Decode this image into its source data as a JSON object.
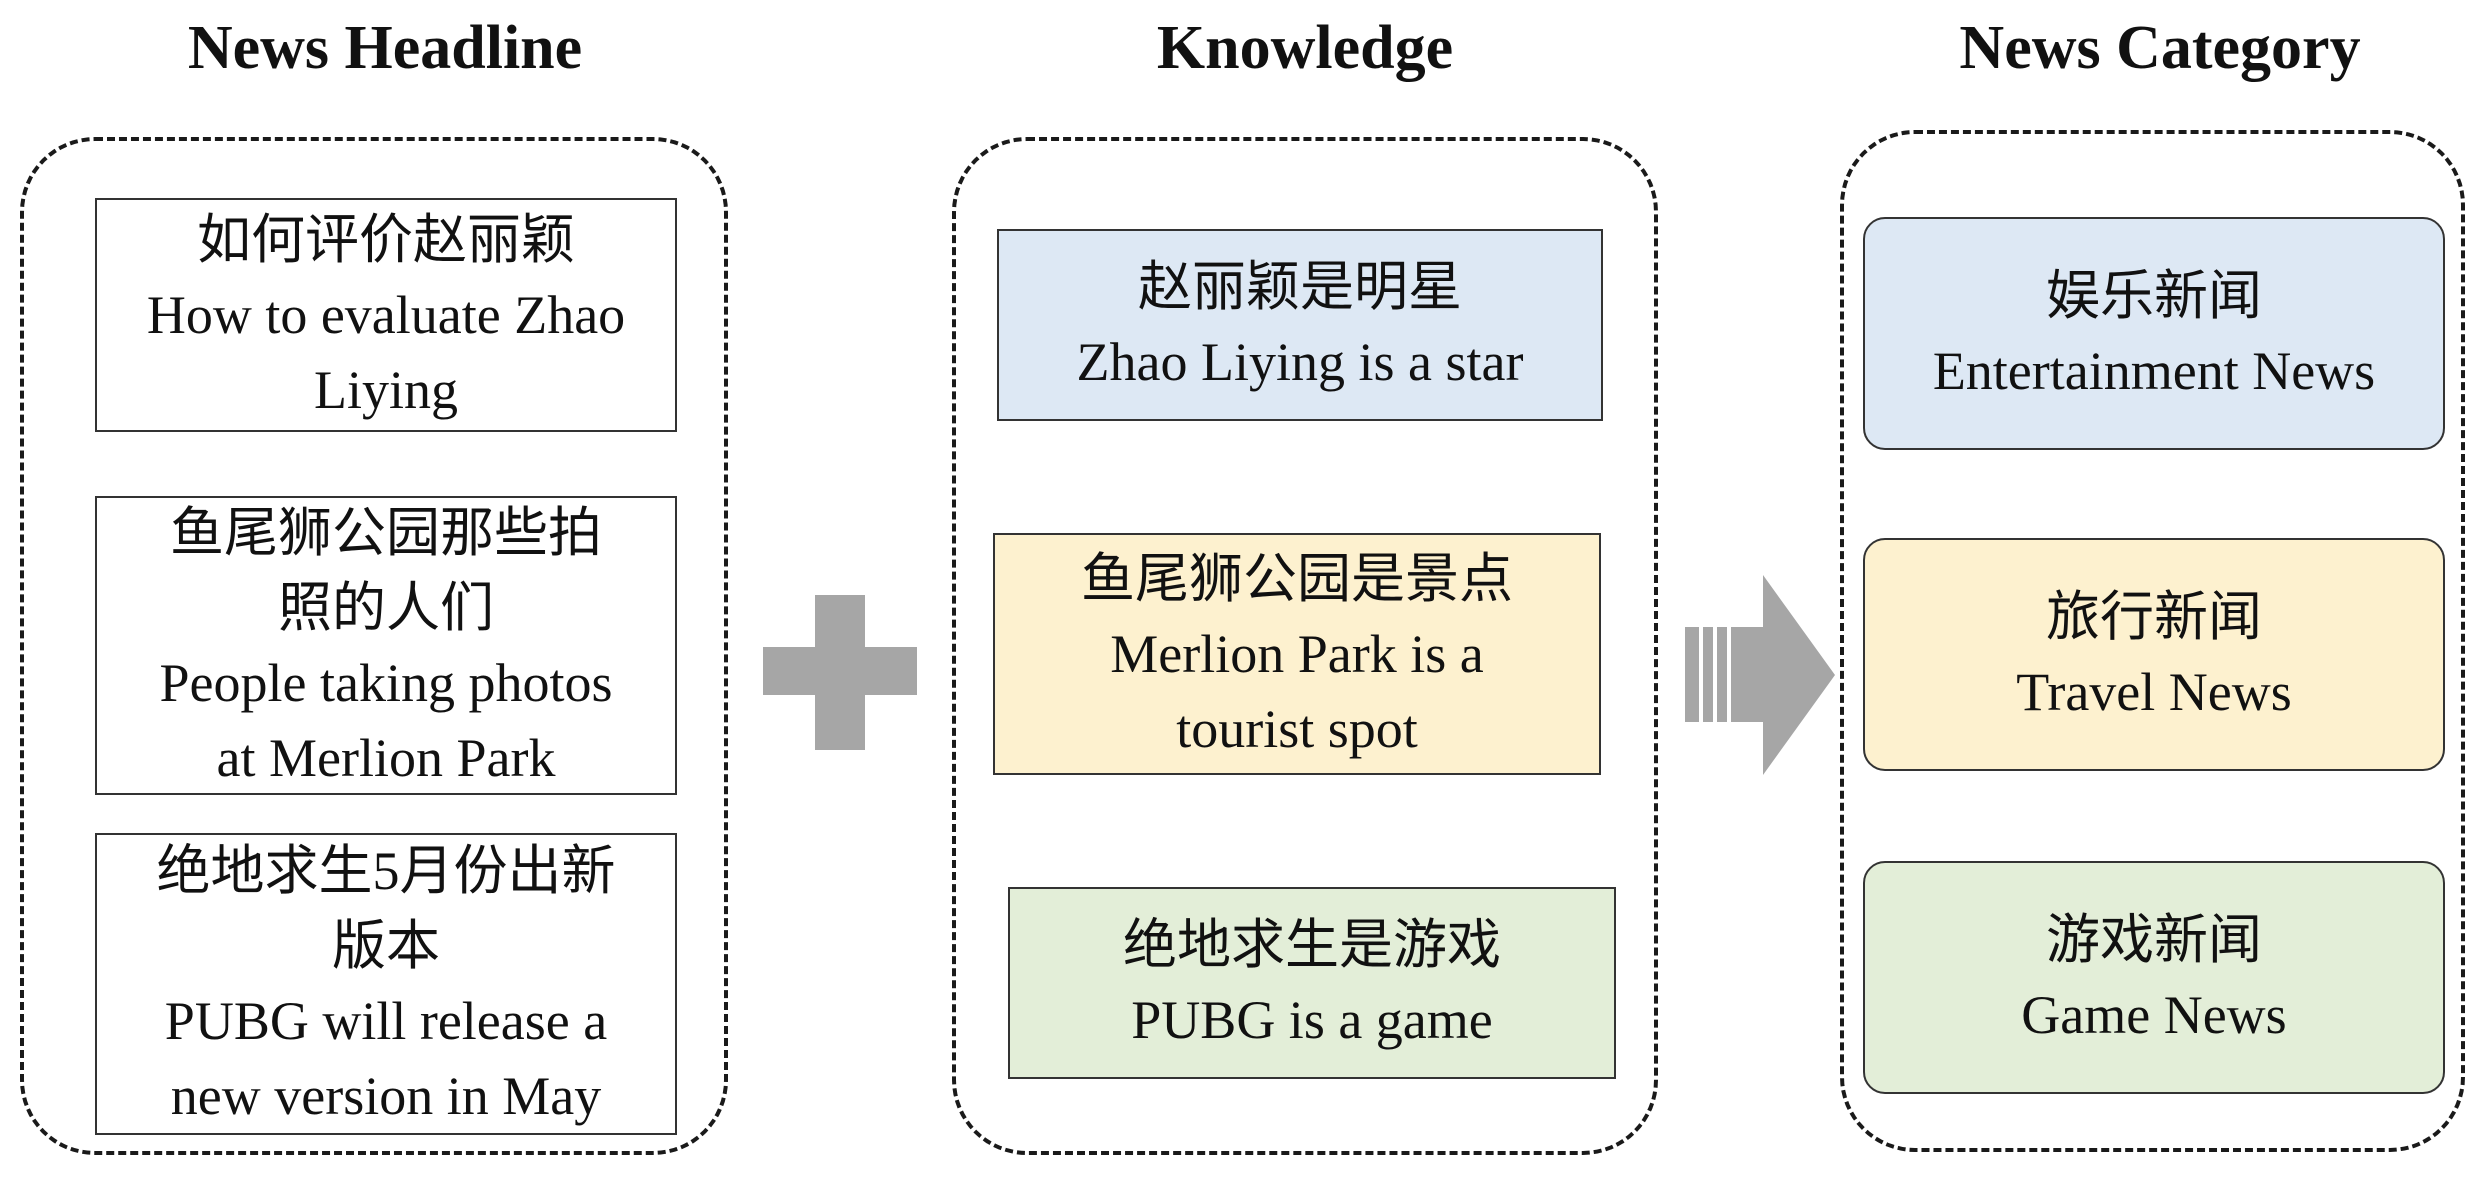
{
  "columns": {
    "headline": {
      "title": "News Headline",
      "items": [
        {
          "lines": [
            "如何评价赵丽颖",
            "How to evaluate Zhao",
            "Liying"
          ]
        },
        {
          "lines": [
            "鱼尾狮公园那些拍",
            "照的人们",
            "People taking photos",
            "at Merlion Park"
          ]
        },
        {
          "lines": [
            "绝地求生5月份出新",
            "版本",
            "PUBG will release a",
            "new version in May"
          ]
        }
      ]
    },
    "knowledge": {
      "title": "Knowledge",
      "items": [
        {
          "lines": [
            "赵丽颖是明星",
            "Zhao Liying is a star"
          ],
          "fill": "#dde8f4"
        },
        {
          "lines": [
            "鱼尾狮公园是景点",
            "Merlion Park is a",
            "tourist spot"
          ],
          "fill": "#fdf1cf"
        },
        {
          "lines": [
            "绝地求生是游戏",
            "PUBG is a game"
          ],
          "fill": "#e3eed8"
        }
      ]
    },
    "category": {
      "title": "News Category",
      "items": [
        {
          "lines": [
            "娱乐新闻",
            "Entertainment News"
          ],
          "fill": "#dde8f4"
        },
        {
          "lines": [
            "旅行新闻",
            "Travel News"
          ],
          "fill": "#fdf1cf"
        },
        {
          "lines": [
            "游戏新闻",
            "Game News"
          ],
          "fill": "#e3eed8"
        }
      ]
    }
  },
  "connectors": {
    "plus": {
      "icon": "plus-icon",
      "color": "#a6a6a6"
    },
    "arrow": {
      "icon": "arrow-right-icon",
      "color": "#a6a6a6"
    }
  }
}
